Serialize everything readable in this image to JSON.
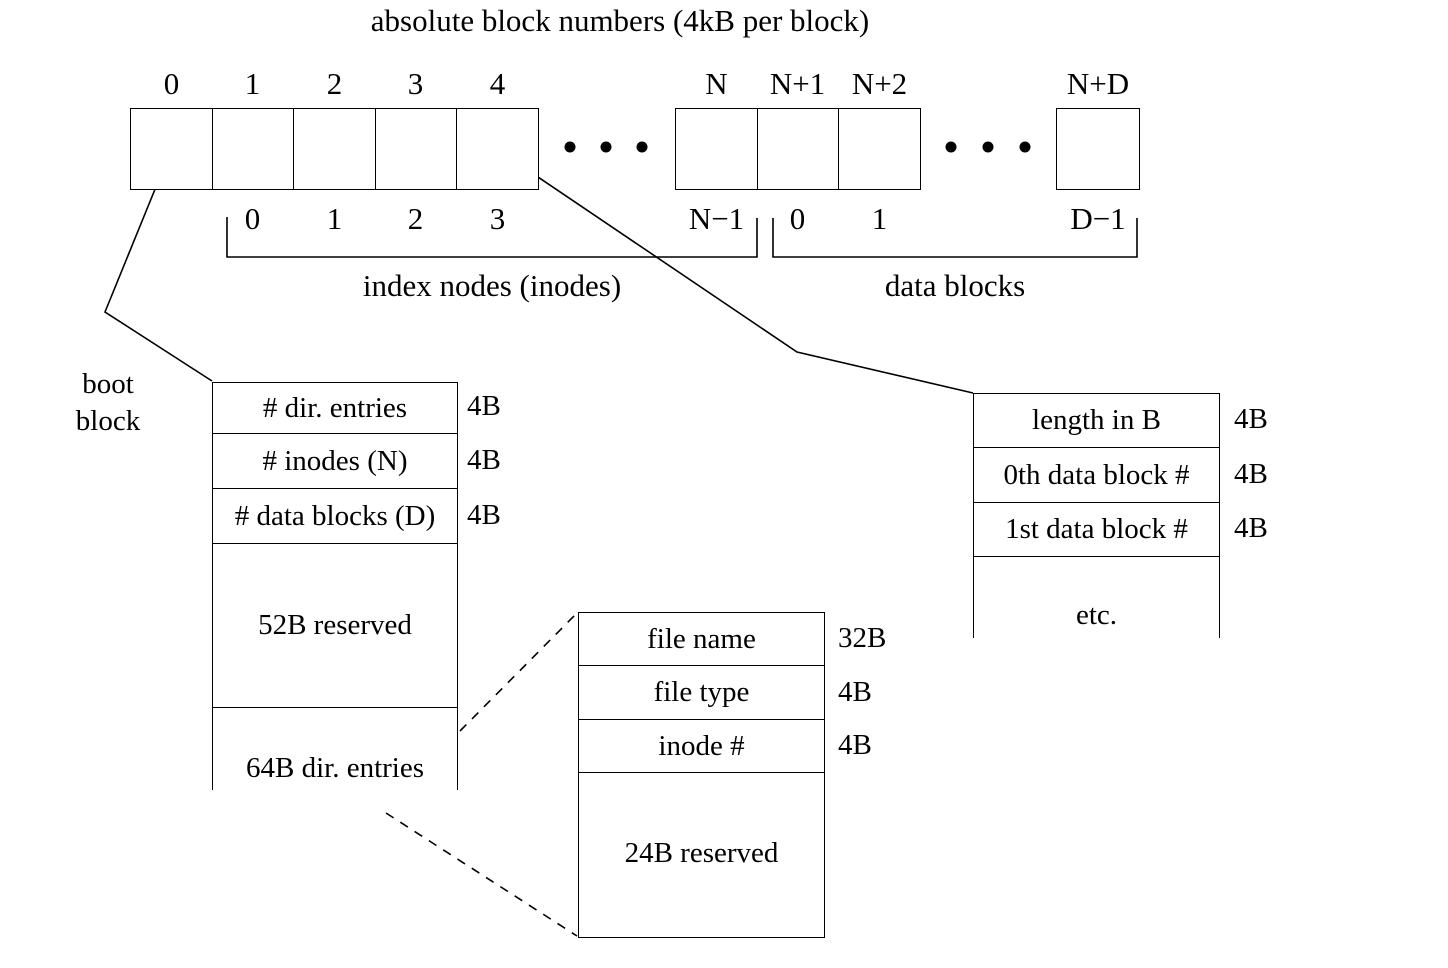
{
  "title": "absolute block numbers (4kB per block)",
  "block_row": {
    "top_labels": [
      "0",
      "1",
      "2",
      "3",
      "4",
      "N",
      "N+1",
      "N+2",
      "N+D"
    ],
    "bottom_labels": [
      "0",
      "1",
      "2",
      "3",
      "N−1",
      "0",
      "1",
      "D−1"
    ]
  },
  "groups": {
    "inodes_label": "index nodes (inodes)",
    "data_blocks_label": "data blocks"
  },
  "boot_block": {
    "line1": "boot",
    "line2": "block"
  },
  "superblock_table": {
    "rows": [
      {
        "label": "# dir. entries",
        "size": "4B"
      },
      {
        "label": "# inodes (N)",
        "size": "4B"
      },
      {
        "label": "# data blocks (D)",
        "size": "4B"
      },
      {
        "label": "52B reserved",
        "size": ""
      },
      {
        "label": "64B dir. entries",
        "size": ""
      }
    ]
  },
  "dir_entry_table": {
    "rows": [
      {
        "label": "file name",
        "size": "32B"
      },
      {
        "label": "file type",
        "size": "4B"
      },
      {
        "label": "inode #",
        "size": "4B"
      },
      {
        "label": "24B reserved",
        "size": ""
      }
    ]
  },
  "inode_table": {
    "rows": [
      {
        "label": "length in B",
        "size": "4B"
      },
      {
        "label": "0th data block #",
        "size": "4B"
      },
      {
        "label": "1st data block #",
        "size": "4B"
      },
      {
        "label": "etc.",
        "size": ""
      }
    ]
  },
  "colors": {
    "line": "#000000",
    "background": "#ffffff"
  }
}
